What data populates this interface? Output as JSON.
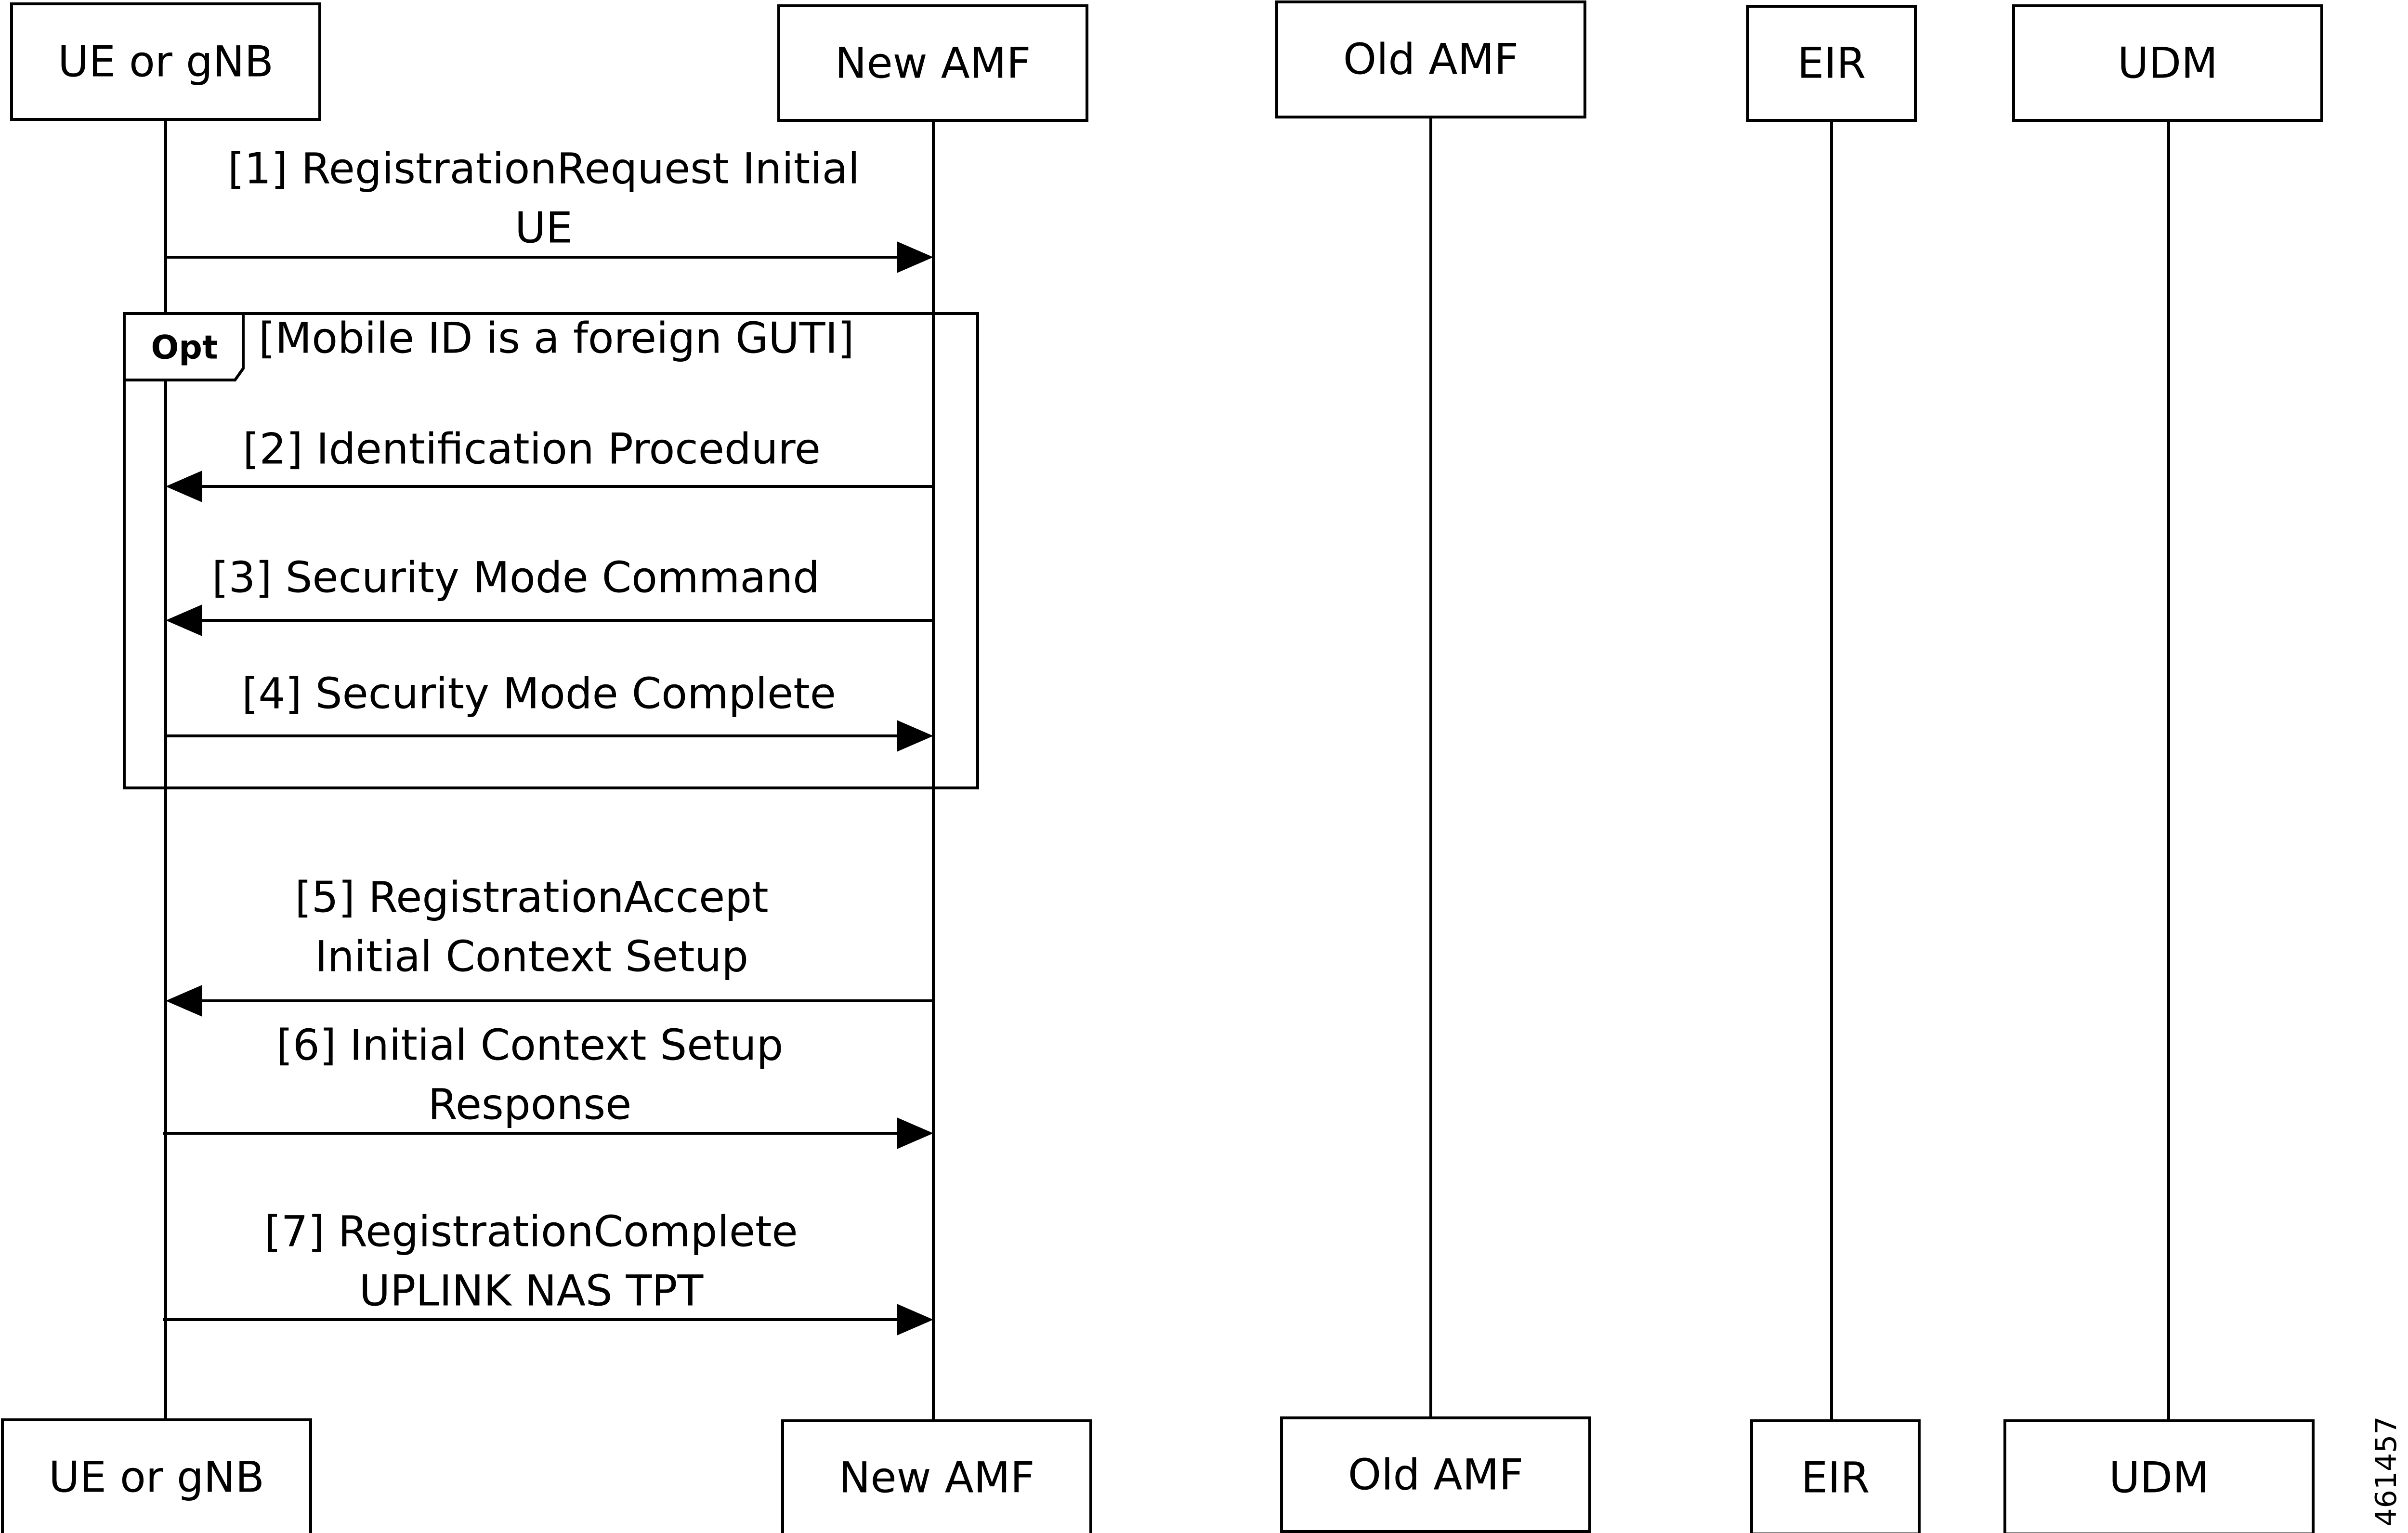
{
  "participants": [
    {
      "id": "ue",
      "label": "UE or gNB"
    },
    {
      "id": "new_amf",
      "label": "New AMF"
    },
    {
      "id": "old_amf",
      "label": "Old AMF"
    },
    {
      "id": "eir",
      "label": "EIR"
    },
    {
      "id": "udm",
      "label": "UDM"
    }
  ],
  "fragment": {
    "operator": "Opt",
    "guard": "[Mobile ID is a foreign GUTI]"
  },
  "messages": [
    {
      "from": "ue",
      "to": "new_amf",
      "lines": [
        "[1] RegistrationRequest Initial",
        "UE"
      ]
    },
    {
      "from": "new_amf",
      "to": "ue",
      "lines": [
        "[2] Identification Procedure"
      ]
    },
    {
      "from": "new_amf",
      "to": "ue",
      "lines": [
        "[3] Security Mode Command"
      ]
    },
    {
      "from": "ue",
      "to": "new_amf",
      "lines": [
        "[4] Security Mode Complete"
      ]
    },
    {
      "from": "new_amf",
      "to": "ue",
      "lines": [
        "[5] RegistrationAccept",
        "Initial Context Setup"
      ]
    },
    {
      "from": "ue",
      "to": "new_amf",
      "lines": [
        "[6] Initial Context Setup",
        "Response"
      ]
    },
    {
      "from": "ue",
      "to": "new_amf",
      "lines": [
        "[7] RegistrationComplete",
        "UPLINK NAS TPT"
      ]
    }
  ],
  "figure_id": "461457"
}
